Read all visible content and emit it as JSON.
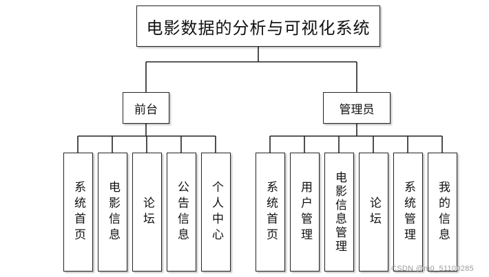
{
  "diagram": {
    "title": "电影数据的分析与可视化系统",
    "branches": [
      {
        "label": "前台",
        "children": [
          "系统首页",
          "电影信息",
          "论坛",
          "公告信息",
          "个人中心"
        ]
      },
      {
        "label": "管理员",
        "children": [
          "系统首页",
          "用户管理",
          "电影信息管理",
          "论坛",
          "系统管理",
          "我的信息"
        ]
      }
    ],
    "watermark": "CSDN @m0_51100285"
  }
}
